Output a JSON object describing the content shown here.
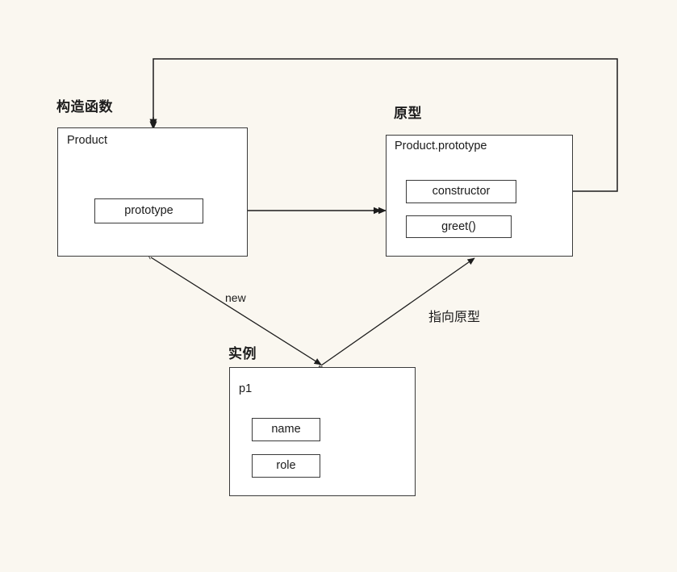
{
  "diagram": {
    "background_color": "#faf7f0",
    "box_fill_color": "#ffffff",
    "stroke_color": "#3a3a3a",
    "text_color": "#1b1b1b",
    "groups": [
      {
        "id": "constructor-group",
        "title": "构造函数"
      },
      {
        "id": "prototype-group",
        "title": "原型"
      },
      {
        "id": "instance-group",
        "title": "实例"
      }
    ],
    "nodes": [
      {
        "id": "product",
        "label": "Product",
        "slots": [
          {
            "id": "prototype-slot",
            "label": "prototype"
          }
        ]
      },
      {
        "id": "product-prototype",
        "label": "Product.prototype",
        "slots": [
          {
            "id": "constructor-slot",
            "label": "constructor"
          },
          {
            "id": "greet-slot",
            "label": "greet()"
          }
        ]
      },
      {
        "id": "p1",
        "label": "p1",
        "slots": [
          {
            "id": "name-slot",
            "label": "name"
          },
          {
            "id": "role-slot",
            "label": "role"
          }
        ]
      }
    ],
    "edges": [
      {
        "id": "prototype-to-proto-edge",
        "label": ""
      },
      {
        "id": "constructor-back-edge",
        "label": ""
      },
      {
        "id": "new-edge",
        "label": "new"
      },
      {
        "id": "proto-link-edge",
        "label": "指向原型"
      }
    ]
  }
}
